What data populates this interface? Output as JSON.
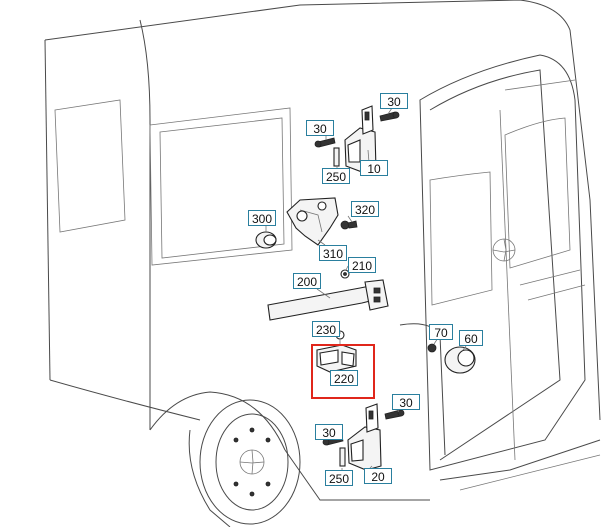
{
  "diagram": {
    "callouts": [
      {
        "id": "c-30-top-right",
        "label": "30"
      },
      {
        "id": "c-30-top-left",
        "label": "30"
      },
      {
        "id": "c-250-top",
        "label": "250"
      },
      {
        "id": "c-10",
        "label": "10"
      },
      {
        "id": "c-300",
        "label": "300"
      },
      {
        "id": "c-320",
        "label": "320"
      },
      {
        "id": "c-310",
        "label": "310"
      },
      {
        "id": "c-210",
        "label": "210"
      },
      {
        "id": "c-200",
        "label": "200"
      },
      {
        "id": "c-230",
        "label": "230"
      },
      {
        "id": "c-70",
        "label": "70"
      },
      {
        "id": "c-60",
        "label": "60"
      },
      {
        "id": "c-220",
        "label": "220"
      },
      {
        "id": "c-30-bottom-right",
        "label": "30"
      },
      {
        "id": "c-30-bottom-left",
        "label": "30"
      },
      {
        "id": "c-250-bottom",
        "label": "250"
      },
      {
        "id": "c-20",
        "label": "20"
      }
    ],
    "colors": {
      "callout_border": "#2a7f9e",
      "highlight": "#e0261b",
      "line": "#4a4a4a"
    },
    "selected_part": "220"
  }
}
